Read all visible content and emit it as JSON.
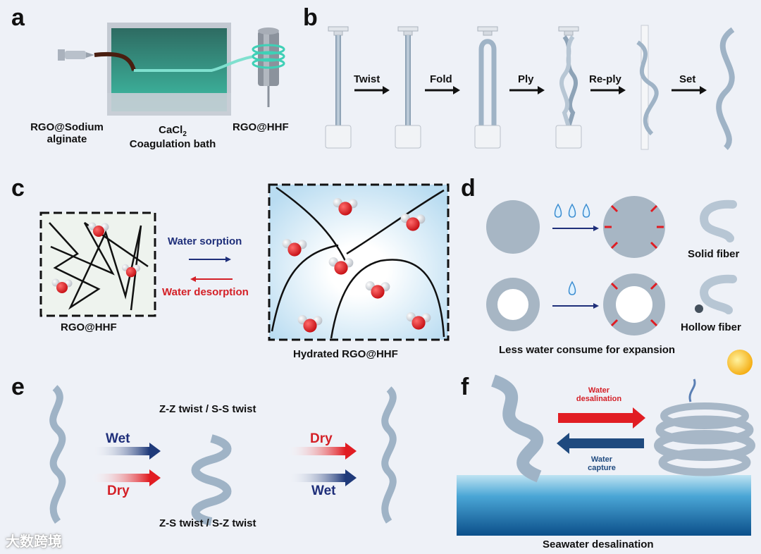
{
  "panels": {
    "a": {
      "letter": "a",
      "label_left_line1": "RGO@Sodium",
      "label_left_line2": "alginate",
      "label_mid_line1": "CaCl",
      "label_mid_sub": "2",
      "label_mid_line2": "Coagulation bath",
      "label_right": "RGO@HHF"
    },
    "b": {
      "letter": "b",
      "steps": [
        "Twist",
        "Fold",
        "Ply",
        "Re-ply",
        "Set"
      ]
    },
    "c": {
      "letter": "c",
      "arrow_top": "Water sorption",
      "arrow_bottom": "Water desorption",
      "label_left": "RGO@HHF",
      "label_right": "Hydrated RGO@HHF"
    },
    "d": {
      "letter": "d",
      "label_solid": "Solid fiber",
      "label_hollow": "Hollow fiber",
      "caption": "Less water consume for expansion"
    },
    "e": {
      "letter": "e",
      "top_text": "Z-Z twist / S-S twist",
      "bottom_text": "Z-S twist / S-Z twist",
      "wet1": "Wet",
      "dry1": "Dry",
      "dry2": "Dry",
      "wet2": "Wet"
    },
    "f": {
      "letter": "f",
      "arrow_top_line1": "Water",
      "arrow_top_line2": "desalination",
      "arrow_bottom_line1": "Water",
      "arrow_bottom_line2": "capture",
      "caption": "Seawater desalination"
    }
  },
  "watermark": "大数跨境",
  "colors": {
    "fiber": "#9fb3c6",
    "navy": "#1f2f7a",
    "red": "#d42027",
    "water_green": "#2fae9a"
  }
}
